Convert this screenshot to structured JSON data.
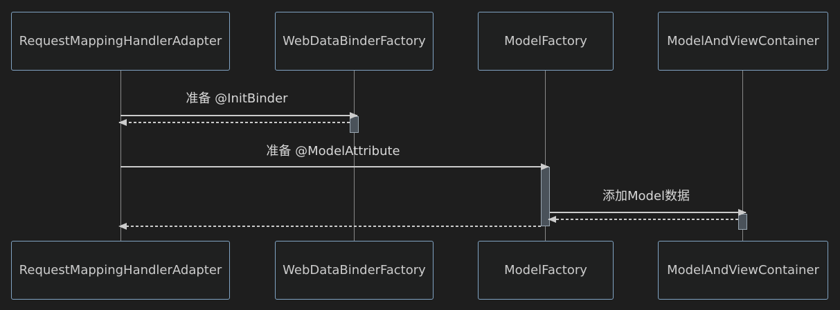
{
  "participants": [
    {
      "id": "adapter",
      "label": "RequestMappingHandlerAdapter"
    },
    {
      "id": "binderFactory",
      "label": "WebDataBinderFactory"
    },
    {
      "id": "modelFactory",
      "label": "ModelFactory"
    },
    {
      "id": "container",
      "label": "ModelAndViewContainer"
    }
  ],
  "messages": [
    {
      "label": "准备 @InitBinder",
      "from": "adapter",
      "to": "binderFactory",
      "kind": "sync"
    },
    {
      "label": "",
      "from": "binderFactory",
      "to": "adapter",
      "kind": "return"
    },
    {
      "label": "准备 @ModelAttribute",
      "from": "adapter",
      "to": "modelFactory",
      "kind": "sync"
    },
    {
      "label": "添加Model数据",
      "from": "modelFactory",
      "to": "container",
      "kind": "sync"
    },
    {
      "label": "",
      "from": "container",
      "to": "modelFactory",
      "kind": "return"
    },
    {
      "label": "",
      "from": "modelFactory",
      "to": "adapter",
      "kind": "return"
    }
  ],
  "colors": {
    "background": "#1e1e1e",
    "box_border": "#81a4c4",
    "text": "#cccccc",
    "line": "#cccccc"
  }
}
